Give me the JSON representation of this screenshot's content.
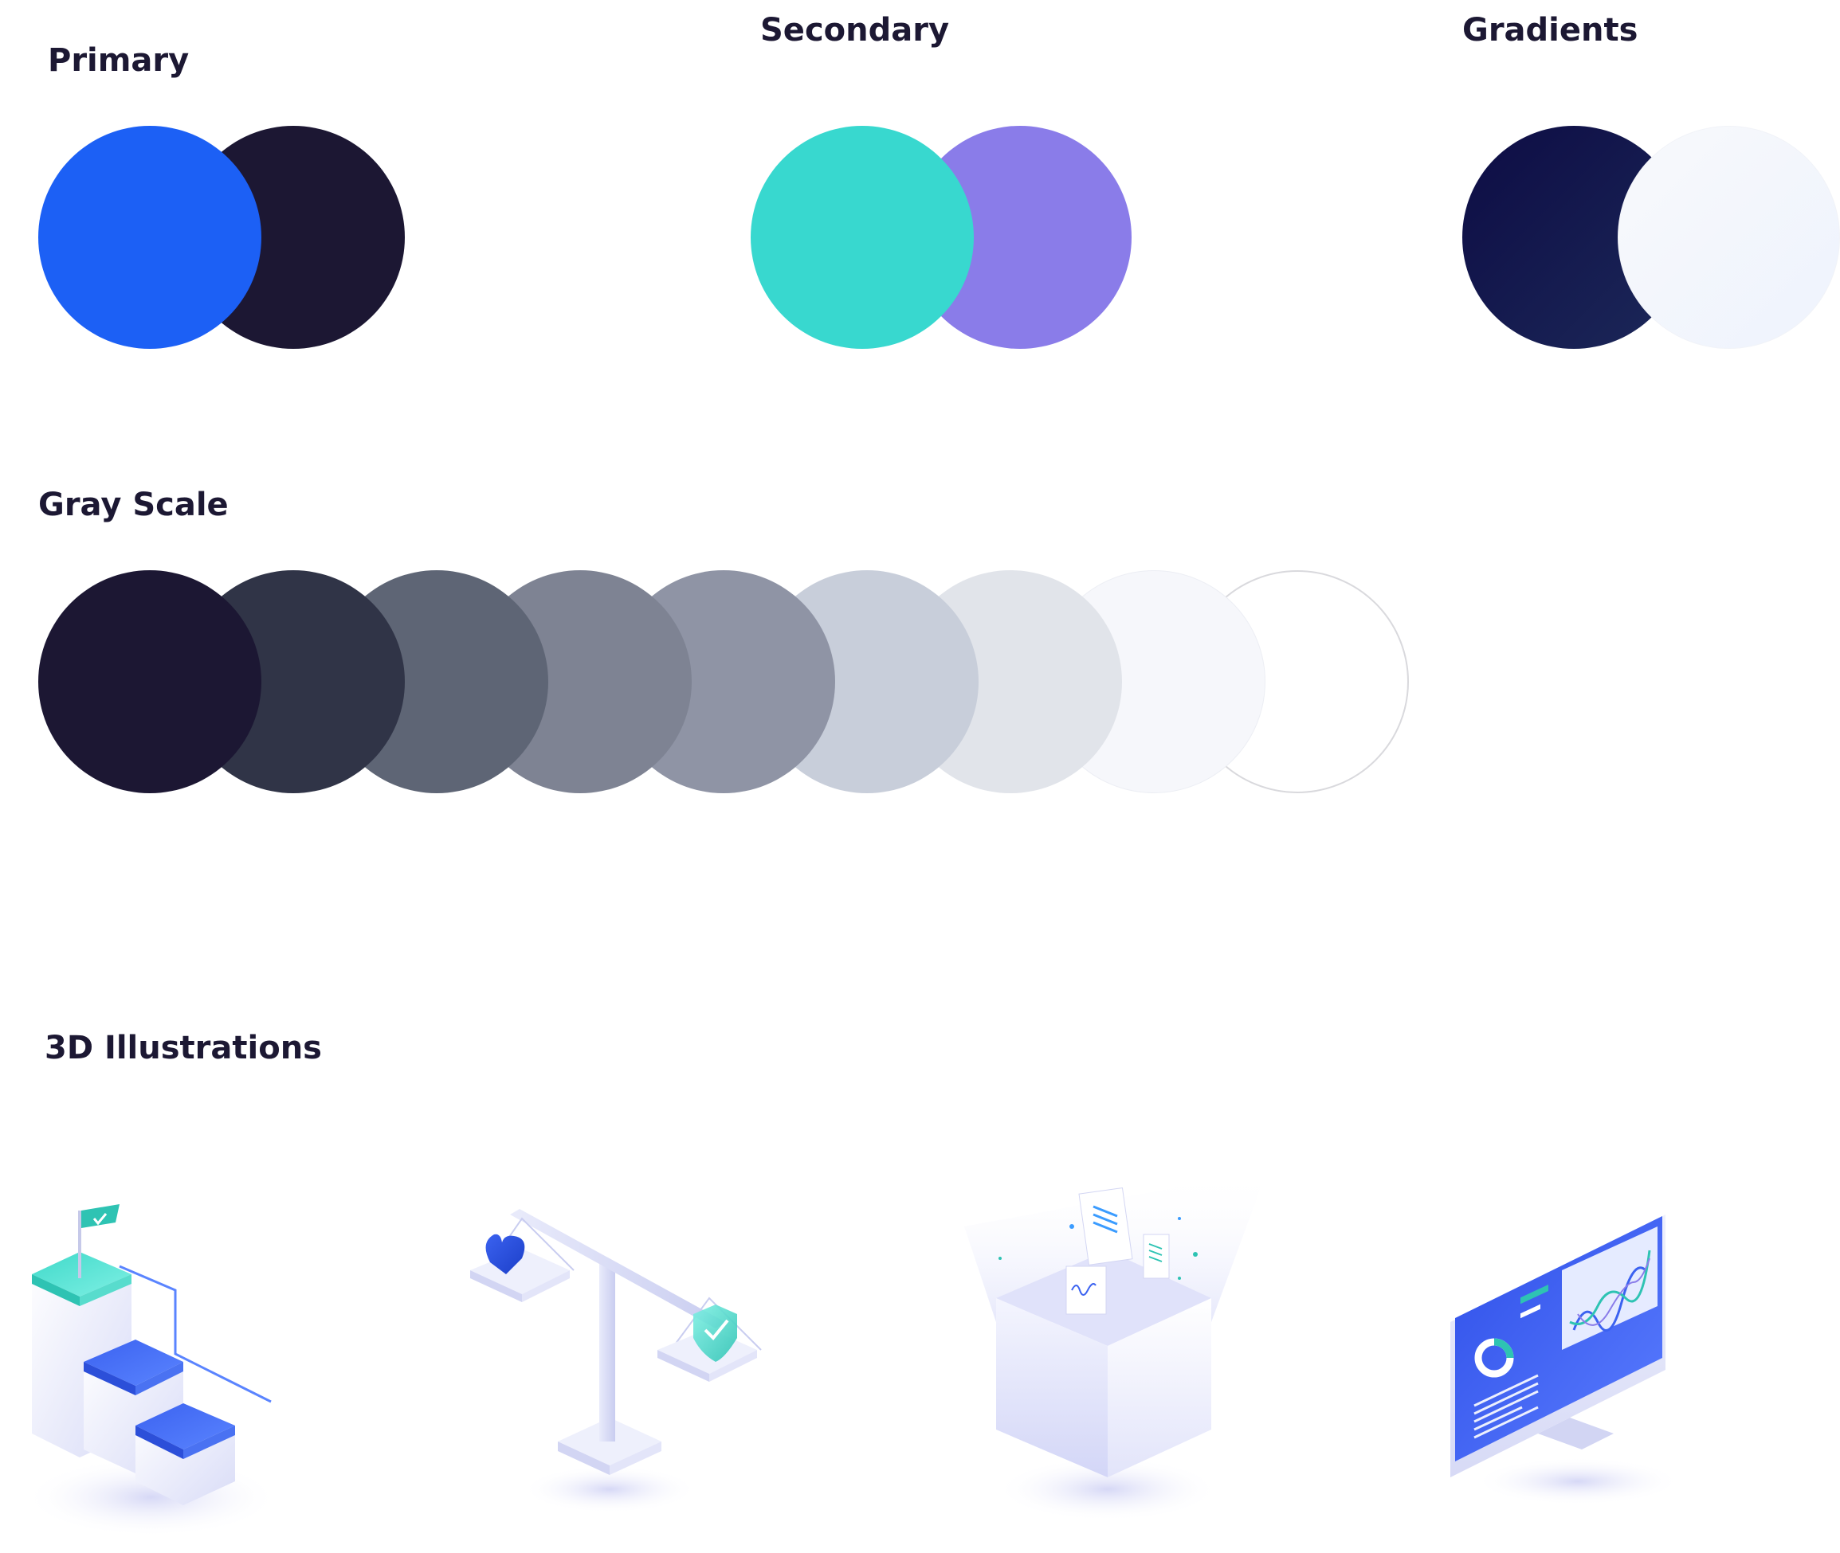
{
  "sections": {
    "primary": {
      "title": "Primary",
      "colors": [
        "#1c60f5",
        "#1c1733"
      ]
    },
    "secondary": {
      "title": "Secondary",
      "colors": [
        "#38d8cf",
        "#8a7ce9"
      ]
    },
    "gradients": {
      "title": "Gradients",
      "gradients": [
        {
          "from": "#0d0c44",
          "to": "#1c2859"
        },
        {
          "from": "#f8f9fc",
          "to": "#eef3fd"
        }
      ]
    },
    "gray_scale": {
      "title": "Gray Scale",
      "colors": [
        "#1c1733",
        "#303447",
        "#5e6575",
        "#7e8393",
        "#8f94a5",
        "#c8ceda",
        "#e1e4ea",
        "#f6f7fb",
        "#ffffff"
      ]
    },
    "illustrations": {
      "title": "3D Illustrations",
      "items": [
        "steps-with-flag",
        "balance-scale",
        "open-box-documents",
        "monitor-dashboard"
      ]
    }
  }
}
